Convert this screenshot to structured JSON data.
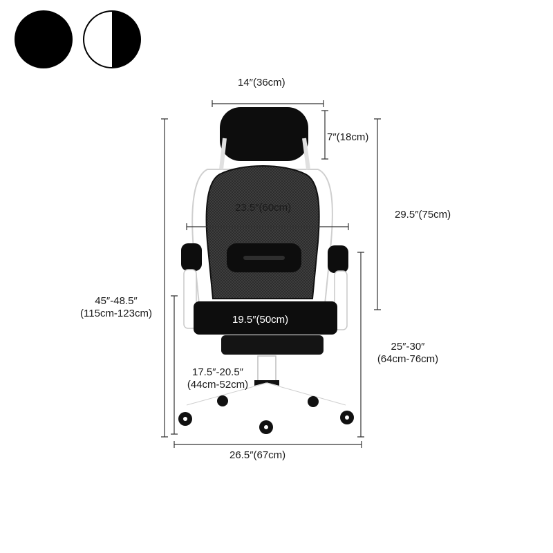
{
  "color_options": [
    {
      "name": "black",
      "icon": "solid-black-circle-icon",
      "color": "#000000"
    },
    {
      "name": "black-and-white",
      "icon": "half-white-half-black-circle-icon",
      "color": "#ffffff"
    }
  ],
  "dimensions": {
    "headrest_width": "14″(36cm)",
    "headrest_height": "7″(18cm)",
    "back_width": "23.5″(60cm)",
    "back_height": "29.5″(75cm)",
    "overall_height_line1": "45″-48.5″",
    "overall_height_line2": "(115cm-123cm)",
    "seat_width": "19.5″(50cm)",
    "armrest_height_line1": "25″-30″",
    "armrest_height_line2": "(64cm-76cm)",
    "seat_height_line1": "17.5″-20.5″",
    "seat_height_line2": "(44cm-52cm)",
    "base_width": "26.5″(67cm)"
  },
  "colors": {
    "frame": "#ffffff",
    "mesh": "#1c1c1c",
    "cushion": "#0d0d0d",
    "dimension_line": "#333333"
  }
}
